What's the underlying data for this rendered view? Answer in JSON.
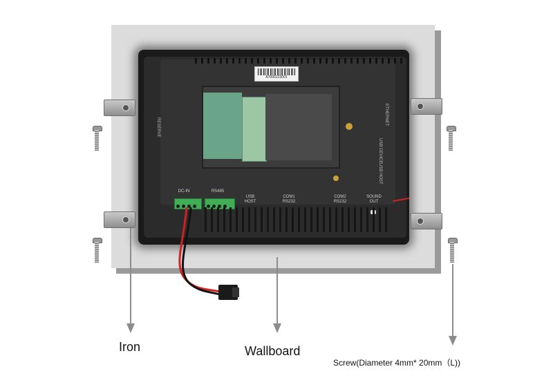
{
  "device": {
    "barcode_text": "A7000123001",
    "side_label_left": "RESERVE",
    "side_label_ethernet": "ETHERNET",
    "side_label_usb_device": "USB DEVICE",
    "side_label_usb_host": "USB HOST",
    "ports": {
      "dc_in": "DC-IN",
      "rs485": "RS485",
      "usb_host": "USB HOST",
      "com1": "COM1 RS232",
      "com2": "COM2 RS232",
      "sound_out": "SOUND OUT"
    }
  },
  "callouts": {
    "iron": "Iron",
    "wallboard": "Wallboard",
    "screw": "Screw(Diameter 4mm* 20mm（L))"
  },
  "colors": {
    "wallboard": "#dcdcdc",
    "device_body": "#2b2b2b",
    "terminal_green": "#3fae55",
    "cable_red": "#cc2222",
    "callout_arrow": "#8c8c8c"
  }
}
